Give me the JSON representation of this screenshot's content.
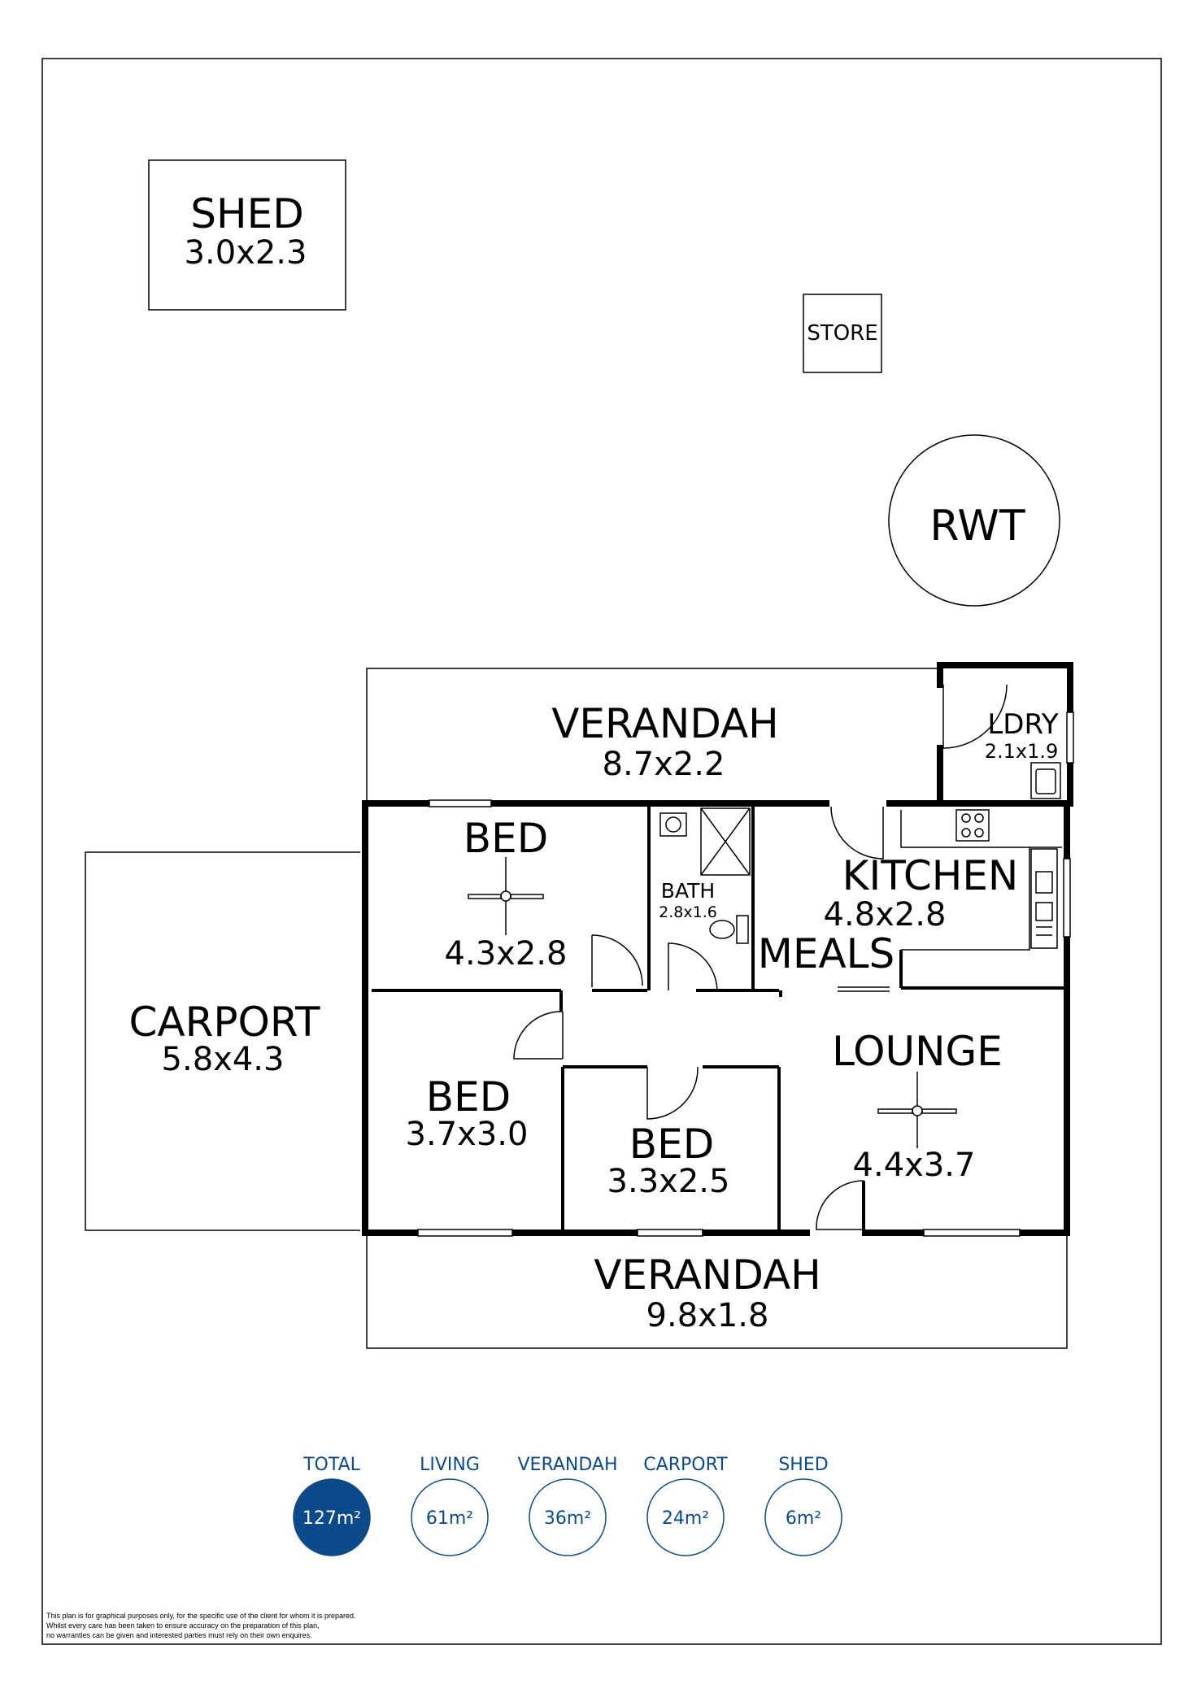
{
  "rooms": {
    "shed": {
      "name": "SHED",
      "dims": "3.0x2.3"
    },
    "store": {
      "name": "STORE"
    },
    "rwt": {
      "name": "RWT"
    },
    "verandah_rear": {
      "name": "VERANDAH",
      "dims": "8.7x2.2"
    },
    "laundry": {
      "name": "LDRY",
      "dims": "2.1x1.9"
    },
    "bed1": {
      "name": "BED",
      "dims": "4.3x2.8"
    },
    "bath": {
      "name": "BATH",
      "dims": "2.8x1.6"
    },
    "kitchen": {
      "name": "KITCHEN",
      "dims": "4.8x2.8"
    },
    "meals": {
      "name": "MEALS"
    },
    "carport": {
      "name": "CARPORT",
      "dims": "5.8x4.3"
    },
    "bed2": {
      "name": "BED",
      "dims": "3.7x3.0"
    },
    "bed3": {
      "name": "BED",
      "dims": "3.3x2.5"
    },
    "lounge": {
      "name": "LOUNGE",
      "dims": "4.4x3.7"
    },
    "verandah_front": {
      "name": "VERANDAH",
      "dims": "9.8x1.8"
    }
  },
  "areas": [
    {
      "label": "TOTAL",
      "value": "127m²",
      "filled": true
    },
    {
      "label": "LIVING",
      "value": "61m²",
      "filled": false
    },
    {
      "label": "VERANDAH",
      "value": "36m²",
      "filled": false
    },
    {
      "label": "CARPORT",
      "value": "24m²",
      "filled": false
    },
    {
      "label": "SHED",
      "value": "6m²",
      "filled": false
    }
  ],
  "disclaimer": [
    "This plan is for graphical purposes only, for the specific use of the client for whom it is prepared.",
    "Whilst every care has been taken to ensure accuracy on the preparation of this plan,",
    "no warranties can be given and interested parties must rely on their own enquires."
  ],
  "colors": {
    "accent": "#0d4a8c",
    "line": "#000000"
  }
}
